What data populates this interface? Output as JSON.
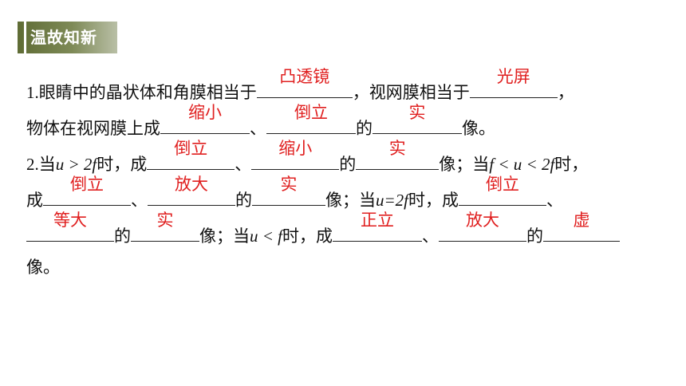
{
  "header": {
    "title": "温故知新"
  },
  "line1": {
    "prefix": "1.",
    "t1": "眼睛中的晶状体和角膜相当于",
    "a1": "凸透镜",
    "t2": "，视网膜相当于",
    "a2": "光屏",
    "t3": "，"
  },
  "line2": {
    "t1": "物体在视网膜上成",
    "a1": "缩小",
    "t2": "、",
    "a2": "倒立",
    "t3": "的",
    "a3": "实",
    "t4": "像。"
  },
  "line3": {
    "prefix": "2.",
    "t1": "当",
    "cond": "u > 2f",
    "t2": "时，成",
    "a1": "倒立",
    "t3": "、",
    "a2": "缩小",
    "t4": "的",
    "a3": "实",
    "t5": "像；当",
    "cond2": "f < u < 2f",
    "t6": "时，"
  },
  "line4": {
    "t1": "成",
    "a1": "倒立",
    "t2": "、",
    "a2": "放大",
    "t3": "的",
    "a3": "实",
    "t4": "像；当",
    "cond": "u=2f",
    "t5": "时，成",
    "a4": "倒立",
    "t6": "、"
  },
  "line5": {
    "a1": "等大",
    "t1": "的",
    "a2": "实",
    "t2": "像；当",
    "cond": "u < f",
    "t3": "时，成",
    "a3": "正立",
    "t4": "、",
    "a4": "放大",
    "t5": "的",
    "a5": "虚"
  },
  "line6": {
    "t1": "像。"
  },
  "colors": {
    "header_bg": "#6b7540",
    "answer": "#e02020"
  }
}
